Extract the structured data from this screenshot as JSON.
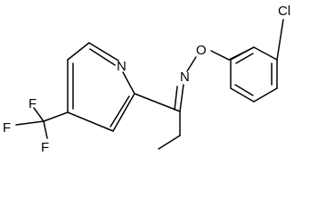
{
  "atoms": {
    "ring_nitrogen": "N",
    "oxime_nitrogen": "N",
    "oxime_oxygen": "O",
    "chlorine": "Cl",
    "fluorine_1": "F",
    "fluorine_2": "F",
    "fluorine_3": "F"
  },
  "colors": {
    "bond": "#000000",
    "background": "#ffffff"
  }
}
